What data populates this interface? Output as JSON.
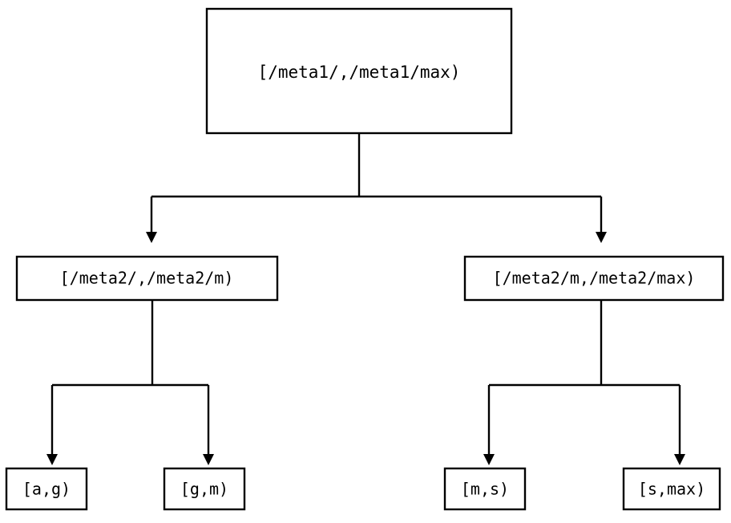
{
  "diagram": {
    "type": "tree",
    "title": "",
    "background_color": "#ffffff",
    "line_color": "#000000",
    "text_color": "#000000",
    "nodes": {
      "root": {
        "label": "[/meta1/,/meta1/max)",
        "level": 0
      },
      "mid_left": {
        "label": "[/meta2/,/meta2/m)",
        "level": 1
      },
      "mid_right": {
        "label": "[/meta2/m,/meta2/max)",
        "level": 1
      },
      "leaf_1": {
        "label": "[a,g)",
        "level": 2
      },
      "leaf_2": {
        "label": "[g,m)",
        "level": 2
      },
      "leaf_3": {
        "label": "[m,s)",
        "level": 2
      },
      "leaf_4": {
        "label": "[s,max)",
        "level": 2
      }
    },
    "edges": [
      {
        "from": "root",
        "to": "mid_left",
        "arrow": "down-triangle"
      },
      {
        "from": "root",
        "to": "mid_right",
        "arrow": "down-triangle"
      },
      {
        "from": "mid_left",
        "to": "leaf_1",
        "arrow": "down-triangle"
      },
      {
        "from": "mid_left",
        "to": "leaf_2",
        "arrow": "down-triangle"
      },
      {
        "from": "mid_right",
        "to": "leaf_3",
        "arrow": "down-triangle"
      },
      {
        "from": "mid_right",
        "to": "leaf_4",
        "arrow": "down-triangle"
      }
    ]
  }
}
